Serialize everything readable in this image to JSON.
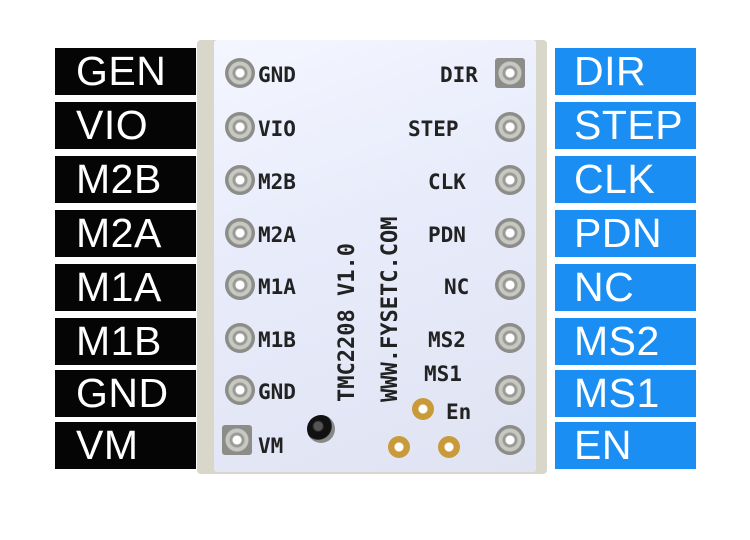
{
  "left_labels": [
    "GEN",
    "VIO",
    "M2B",
    "M2A",
    "M1A",
    "M1B",
    "GND",
    "VM"
  ],
  "right_labels": [
    "DIR",
    "STEP",
    "CLK",
    "PDN",
    "NC",
    "MS2",
    "MS1",
    "EN"
  ],
  "board": {
    "left_silk": [
      "GND",
      "VIO",
      "M2B",
      "M2A",
      "M1A",
      "M1B",
      "GND",
      "VM"
    ],
    "right_silk": [
      "DIR",
      "STEP",
      "CLK",
      "PDN",
      "NC",
      "MS2",
      "MS1",
      "En"
    ],
    "model_text": "TMC2208 V1.0",
    "url_text": "WWW.FYSETC.COM"
  },
  "colors": {
    "left_bg": "#050505",
    "right_bg": "#1a8ef2",
    "board": "#e7ebfa"
  }
}
